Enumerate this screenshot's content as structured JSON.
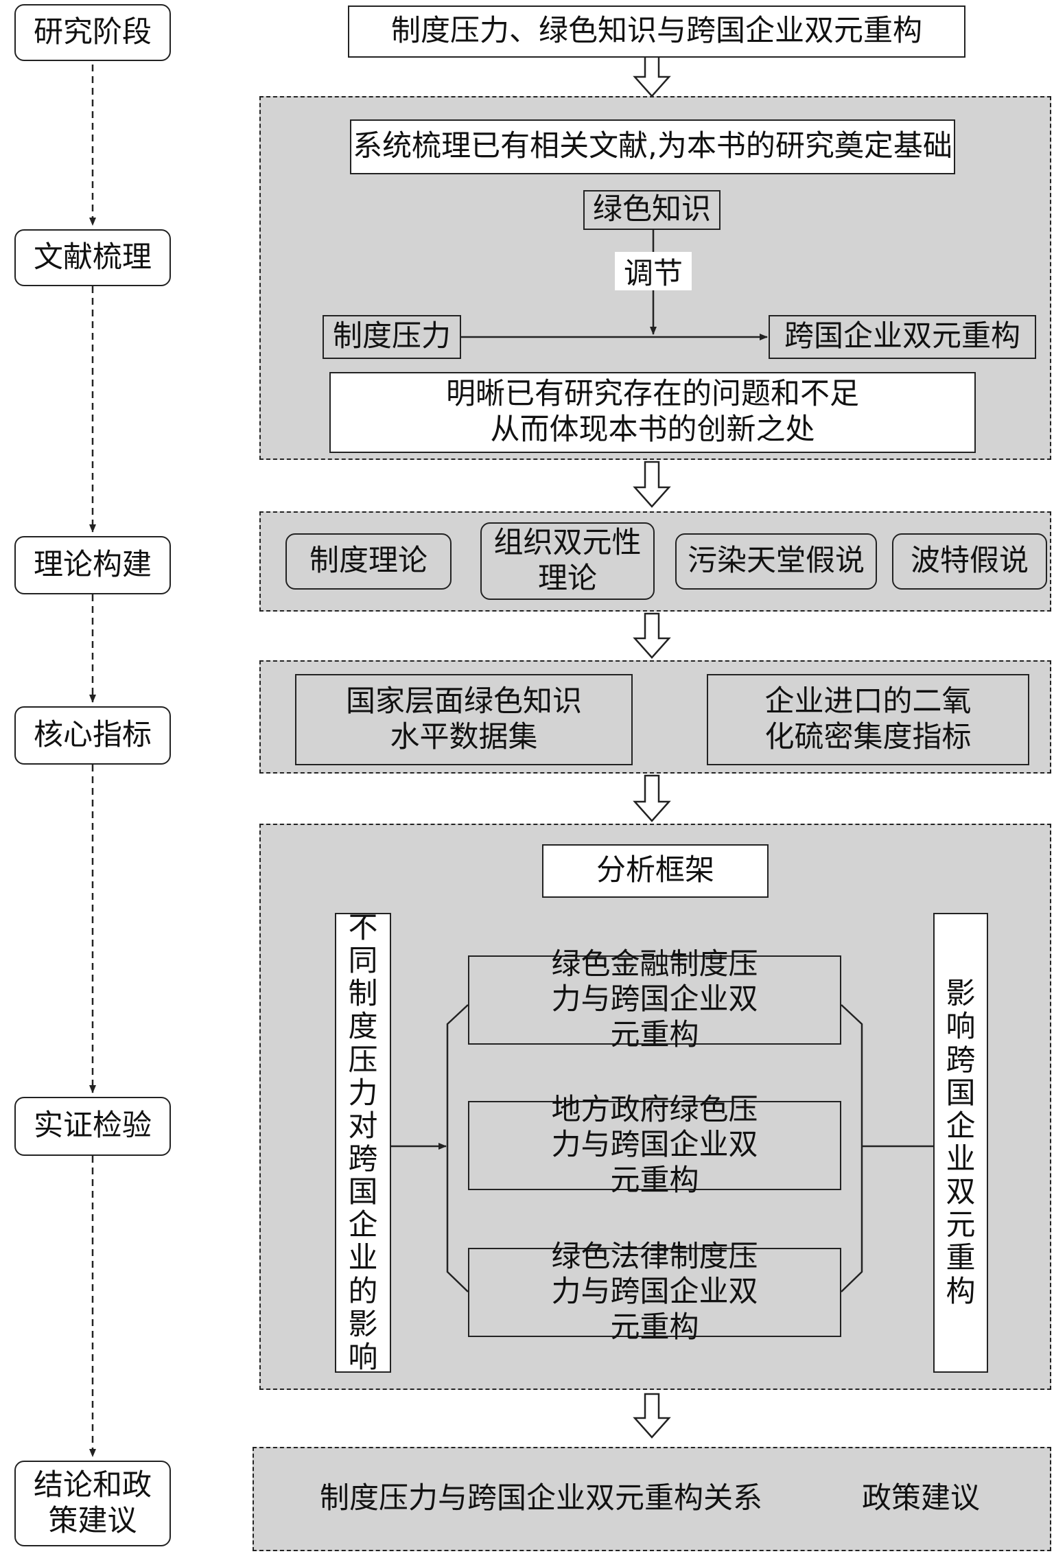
{
  "stages": [
    "研究阶段",
    "文献梳理",
    "理论构建",
    "核心指标",
    "实证检验",
    "结论和政策建议"
  ],
  "title": "制度压力、绿色知识与跨国企业双元重构",
  "literature": {
    "review": "系统梳理已有相关文献,为本书的研究奠定基础",
    "green_knowledge": "绿色知识",
    "moderation": "调节",
    "institutional_pressure": "制度压力",
    "restructuring": "跨国企业双元重构",
    "gap": "明晰已有研究存在的问题和不足从而体现本书的创新之处"
  },
  "theory": [
    "制度理论",
    "组织双元性理论",
    "污染天堂假说",
    "波特假说"
  ],
  "indicators": [
    "国家层面绿色知识水平数据集",
    "企业进口的二氧化硫密集度指标"
  ],
  "empirical": {
    "framework": "分析框架",
    "left_vertical": "不同制度压力对跨国企业的影响",
    "right_vertical": "影响跨国企业双元重构",
    "items": [
      "绿色金融制度压力与跨国企业双元重构",
      "地方政府绿色压力与跨国企业双元重构",
      "绿色法律制度压力与跨国企业双元重构"
    ]
  },
  "conclusion": {
    "relation": "制度压力与跨国企业双元重构关系",
    "policy": "政策建议"
  }
}
